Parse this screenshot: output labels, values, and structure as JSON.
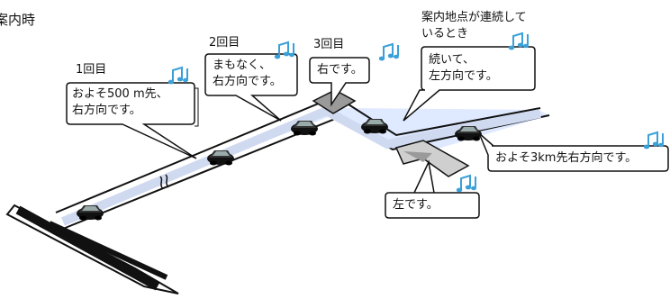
{
  "title": "案内時",
  "labels": {
    "first": "1回目",
    "second": "2回目",
    "third": "3回目",
    "continuous_line1": "案内地点が連続して",
    "continuous_line2": "いるとき"
  },
  "bubbles": {
    "b1_line1": "およそ500 m先、",
    "b1_line2": "右方向です。",
    "b2_line1": "まもなく、",
    "b2_line2": "右方向です。",
    "b3": "右です。",
    "b4_line1": "続いて、",
    "b4_line2": "左方向です。",
    "b5": "およそ3km先右方向です。",
    "b6": "左です。"
  },
  "icons": [
    "music-note-icon",
    "car-icon",
    "road-break-icon"
  ],
  "colors": {
    "road_light": "#dfe9ff",
    "road_outline": "#111111",
    "intersection": "#bdbdbd",
    "bubble_fill": "#ffffff"
  }
}
